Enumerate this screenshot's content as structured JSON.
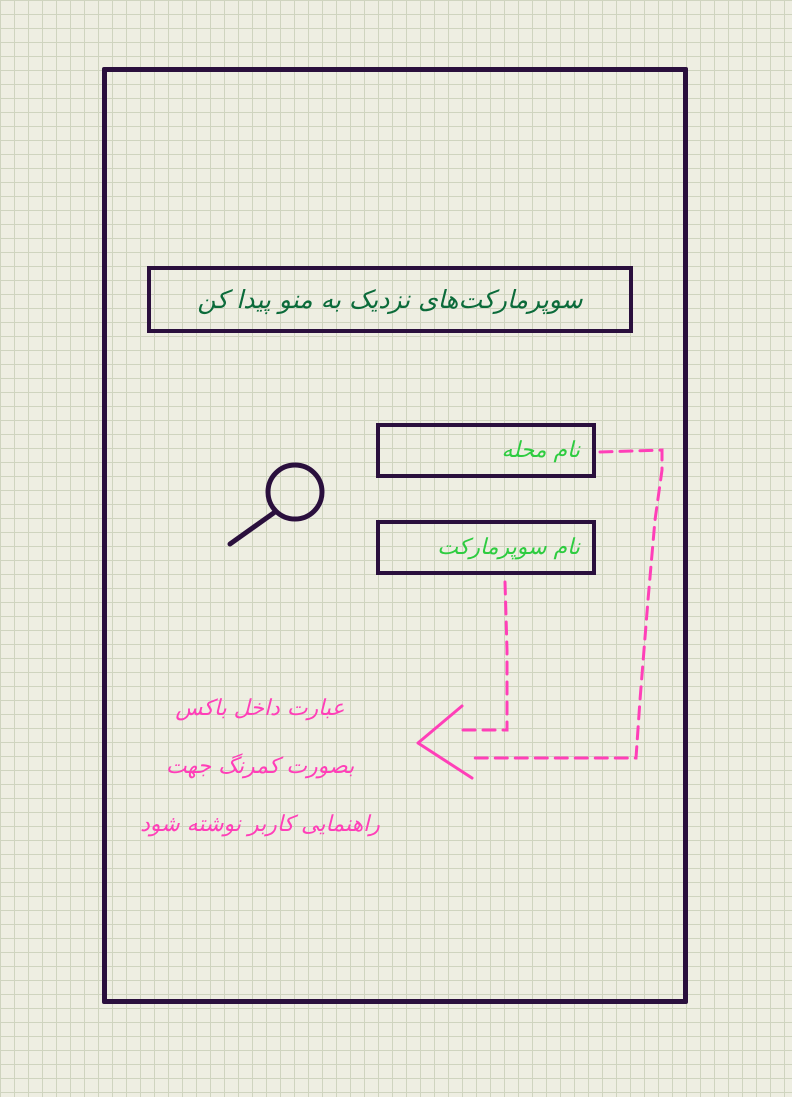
{
  "header": {
    "title": "سوپرمارکت‌های نزدیک به منو پیدا کن"
  },
  "search": {
    "neighborhood_placeholder": "نام محله",
    "supermarket_placeholder": "نام سوپرمارکت"
  },
  "annotation": {
    "lines": [
      "عبارت داخل باکس",
      "بصورت کمرنگ جهت",
      "راهنمایی کاربر نوشته شود"
    ]
  },
  "colors": {
    "frame": "#2a0f3d",
    "title": "#0b6b3a",
    "placeholder": "#2ecc40",
    "annotation": "#ff3fb8"
  },
  "icons": {
    "search": "search-icon"
  }
}
